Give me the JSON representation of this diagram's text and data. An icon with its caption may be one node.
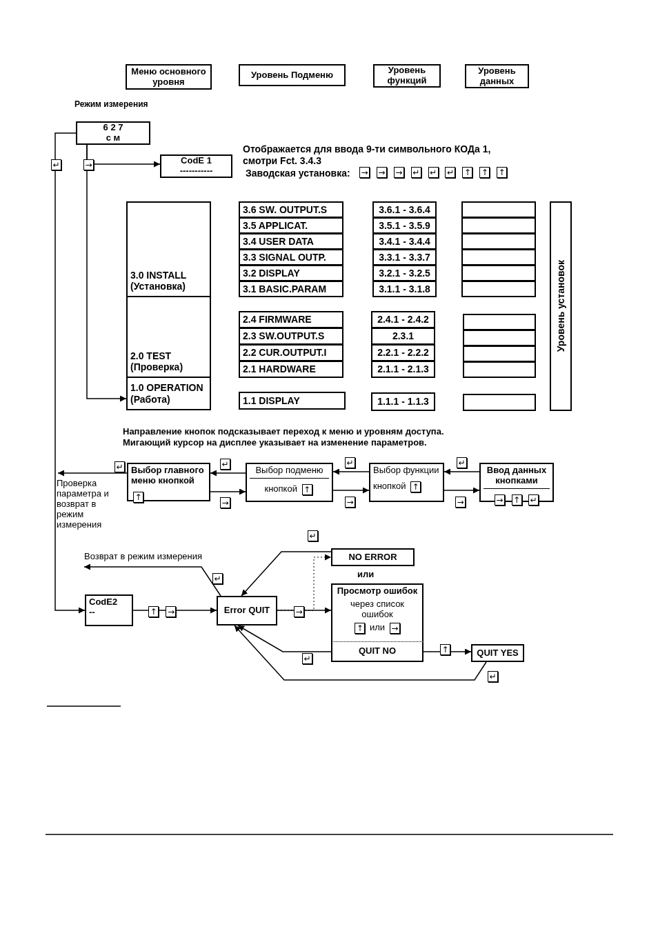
{
  "diagram": {
    "nodes": [
      {
        "text": [
          "Меню основного уровня"
        ]
      },
      {
        "text": [
          "Уровень Подменю"
        ]
      },
      {
        "text": [
          "Уровень функций"
        ]
      },
      {
        "text": [
          "Уровень данных"
        ]
      },
      {
        "text": [
          "6 2 7",
          "с м"
        ]
      },
      {
        "text": [
          "CodE 1",
          "-----------"
        ]
      },
      {
        "text": [
          "3.0 INSTALL",
          "(Установка)"
        ]
      },
      {
        "text": [
          "2.0 TEST",
          "(Проверка)"
        ]
      },
      {
        "text": [
          "1.0 OPERATION",
          "(Работа)"
        ]
      },
      {
        "text": [
          "3.6 SW. OUTPUT.S"
        ]
      },
      {
        "text": [
          "3.5 APPLICAT."
        ]
      },
      {
        "text": [
          "3.4 USER DATA"
        ]
      },
      {
        "text": [
          "3.3 SIGNAL OUTP."
        ]
      },
      {
        "text": [
          "3.2 DISPLAY"
        ]
      },
      {
        "text": [
          "3.1 BASIC.PARAM"
        ]
      },
      {
        "text": [
          "2.4 FIRMWARE"
        ]
      },
      {
        "text": [
          "2.3 SW.OUTPUT.S"
        ]
      },
      {
        "text": [
          "2.2 CUR.OUTPUT.I"
        ]
      },
      {
        "text": [
          "2.1 HARDWARE"
        ]
      },
      {
        "text": [
          "1.1 DISPLAY"
        ]
      },
      {
        "text": [
          "3.6.1 - 3.6.4"
        ]
      },
      {
        "text": [
          "3.5.1 - 3.5.9"
        ]
      },
      {
        "text": [
          "3.4.1 - 3.4.4"
        ]
      },
      {
        "text": [
          "3.3.1 - 3.3.7"
        ]
      },
      {
        "text": [
          "3.2.1 - 3.2.5"
        ]
      },
      {
        "text": [
          "3.1.1 - 3.1.8"
        ]
      },
      {
        "text": [
          "2.4.1 - 2.4.2"
        ]
      },
      {
        "text": [
          "2.3.1"
        ]
      },
      {
        "text": [
          "2.2.1 - 2.2.2"
        ]
      },
      {
        "text": [
          "2.1.1 - 2.1.3"
        ]
      },
      {
        "text": [
          "1.1.1 - 1.1.3"
        ]
      },
      {
        "text": [],
        "shape": "box"
      },
      {
        "text": [],
        "shape": "box"
      },
      {
        "text": [],
        "shape": "box"
      },
      {
        "text": [],
        "shape": "box"
      },
      {
        "text": [],
        "shape": "box"
      },
      {
        "text": [],
        "shape": "box"
      },
      {
        "text": [],
        "shape": "box"
      },
      {
        "text": [],
        "shape": "box"
      },
      {
        "text": [],
        "shape": "box"
      },
      {
        "text": [],
        "shape": "box"
      },
      {
        "text": [],
        "shape": "box"
      },
      {
        "text": [
          "Уровень установок"
        ]
      },
      {
        "text": [
          "Выбор главного меню кнопкой",
          "↑"
        ]
      },
      {
        "text": [
          "Выбор подменю",
          "кнопкой ↑"
        ]
      },
      {
        "text": [
          "Выбор функции",
          "кнопкой ↑"
        ]
      },
      {
        "text": [
          "Ввод данных кнопками",
          "→ ↑ ↵"
        ]
      },
      {
        "text": [
          "CodE2",
          "--"
        ]
      },
      {
        "text": [
          "Error QUIT"
        ]
      },
      {
        "text": [
          "NO ERROR"
        ]
      },
      {
        "text": [
          "Просмотр ошибок",
          "через список ошибок",
          "↑ или →"
        ]
      },
      {
        "text": [
          "QUIT NO"
        ]
      },
      {
        "text": [
          "QUIT YES"
        ]
      },
      {
        "text": [
          "Проверка параметра и возврат в режим измерения"
        ]
      },
      {
        "text": [
          "Возврат в режим измерения"
        ]
      }
    ],
    "edges": [
      {
        "from": 4,
        "to": 5,
        "arrow": "to",
        "label": "→"
      },
      {
        "from": 4,
        "to": 8,
        "arrow": "to"
      },
      {
        "from": 4,
        "to": 47,
        "arrow": "to",
        "label": "↵"
      },
      {
        "from": 43,
        "to": 53,
        "arrow": "to",
        "label": "↵"
      },
      {
        "from": 44,
        "to": 43,
        "arrow": "to",
        "label": "↵"
      },
      {
        "from": 43,
        "to": 44,
        "arrow": "to",
        "label": "→"
      },
      {
        "from": 45,
        "to": 44,
        "arrow": "to",
        "label": "↵"
      },
      {
        "from": 44,
        "to": 45,
        "arrow": "to",
        "label": "→"
      },
      {
        "from": 46,
        "to": 45,
        "arrow": "to",
        "label": "↵"
      },
      {
        "from": 45,
        "to": 46,
        "arrow": "to",
        "label": "→"
      },
      {
        "from": 47,
        "to": 48,
        "arrow": "to",
        "label": "↑ →"
      },
      {
        "from": 48,
        "to": 50,
        "arrow": "to",
        "label": "→"
      },
      {
        "from": 48,
        "to": 49,
        "arrow": "to",
        "style": "dashed"
      },
      {
        "from": 49,
        "to": 48,
        "arrow": "to",
        "label": "↵"
      },
      {
        "from": 48,
        "to": 54,
        "arrow": "to",
        "label": "↵"
      },
      {
        "from": 51,
        "to": 48,
        "arrow": "to",
        "label": "↵"
      },
      {
        "from": 51,
        "to": 52,
        "arrow": "to",
        "label": "↑"
      },
      {
        "from": 52,
        "to": 48,
        "arrow": "to",
        "label": "↵"
      }
    ],
    "labels": [
      "Режим измерения",
      "Отображается для ввода 9-ти символьного КОДа 1, смотри Fct. 3.4.3",
      "Заводская установка:",
      "→ → → ↵ ↵ ↵ ↑ ↑ ↑",
      "Направление кнопок подсказывает переход к меню и уровням доступа. Мигающий курсор на дисплее указывает на изменение параметров.",
      "или"
    ]
  }
}
